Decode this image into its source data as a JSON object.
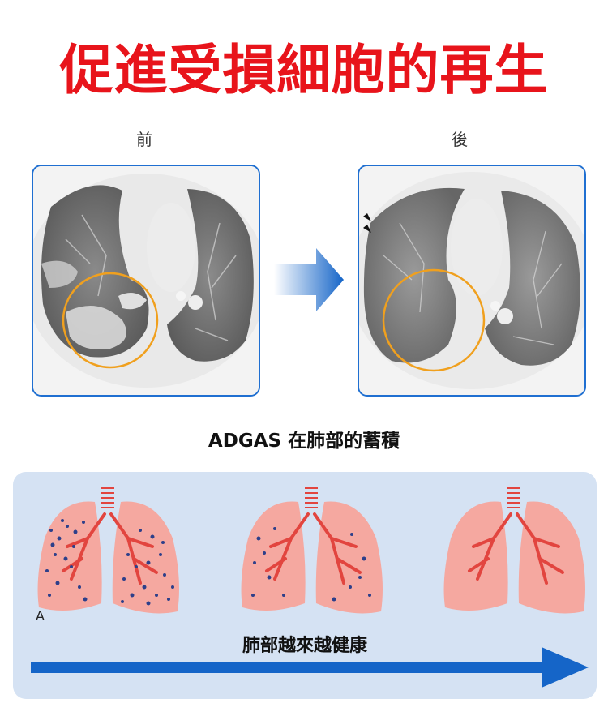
{
  "title": "促進受損細胞的再生",
  "labels": {
    "before": "前",
    "after": "後"
  },
  "subtitle": "ADGAS 在肺部的蓄積",
  "marker": "A",
  "progress_text": "肺部越來越健康",
  "colors": {
    "title": "#e8141b",
    "frame": "#1f6fd1",
    "ring": "#f0a01e",
    "lung": "#f5a8a0",
    "vessel": "#e2453f",
    "dots": "#2d3f8a",
    "panel": "#d5e2f3",
    "arrow": "#1565c8"
  }
}
